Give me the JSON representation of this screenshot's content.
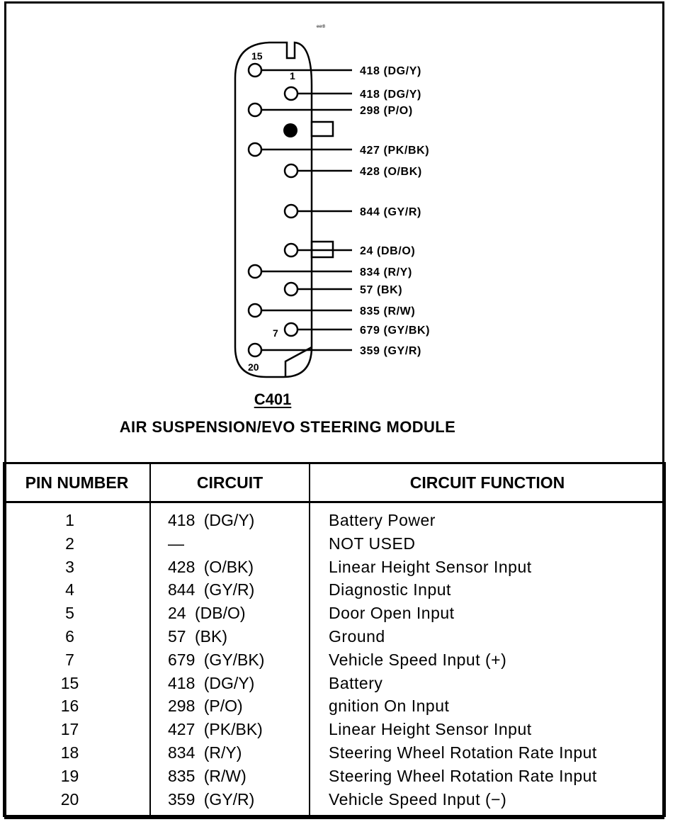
{
  "diagram": {
    "small_mark": "eer8",
    "connector_id": "C401",
    "module_name": "AIR SUSPENSION/EVO STEERING MODULE",
    "pin_labels": {
      "top_row_start": "15",
      "top_row_end": "20",
      "right_col_start": "1",
      "right_col_end": "7"
    },
    "wires": [
      {
        "label": "418 (DG/Y)",
        "col": "left",
        "pin": "15"
      },
      {
        "label": "418 (DG/Y)",
        "col": "right",
        "pin": "1"
      },
      {
        "label": "298 (P/O)",
        "col": "left",
        "pin": "16"
      },
      {
        "label": "427 (PK/BK)",
        "col": "left",
        "pin": "17"
      },
      {
        "label": "428 (O/BK)",
        "col": "right",
        "pin": "3"
      },
      {
        "label": "844 (GY/R)",
        "col": "right",
        "pin": "4"
      },
      {
        "label": "24 (DB/O)",
        "col": "right",
        "pin": "5"
      },
      {
        "label": "834 (R/Y)",
        "col": "left",
        "pin": "18"
      },
      {
        "label": "57 (BK)",
        "col": "right",
        "pin": "6"
      },
      {
        "label": "835 (R/W)",
        "col": "left",
        "pin": "19"
      },
      {
        "label": "679 (GY/BK)",
        "col": "right",
        "pin": "7"
      },
      {
        "label": "359 (GY/R)",
        "col": "left",
        "pin": "20"
      }
    ]
  },
  "table": {
    "headers": {
      "pin": "PIN NUMBER",
      "circuit": "CIRCUIT",
      "function": "CIRCUIT FUNCTION"
    },
    "rows": [
      {
        "pin": "1",
        "circuit": "418 (DG/Y)",
        "function": "Battery Power"
      },
      {
        "pin": "2",
        "circuit": "—",
        "function": "NOT USED"
      },
      {
        "pin": "3",
        "circuit": "428 (O/BK)",
        "function": "Linear Height Sensor Input"
      },
      {
        "pin": "4",
        "circuit": "844 (GY/R)",
        "function": "Diagnostic Input"
      },
      {
        "pin": "5",
        "circuit": "24 (DB/O)",
        "function": "Door Open Input"
      },
      {
        "pin": "6",
        "circuit": "57 (BK)",
        "function": "Ground"
      },
      {
        "pin": "7",
        "circuit": "679 (GY/BK)",
        "function": "Vehicle Speed Input (+)"
      },
      {
        "pin": "15",
        "circuit": "418 (DG/Y)",
        "function": "Battery"
      },
      {
        "pin": "16",
        "circuit": "298 (P/O)",
        "function": "gnition On Input"
      },
      {
        "pin": "17",
        "circuit": "427 (PK/BK)",
        "function": "Linear Height Sensor Input"
      },
      {
        "pin": "18",
        "circuit": "834 (R/Y)",
        "function": "Steering Wheel Rotation Rate Input"
      },
      {
        "pin": "19",
        "circuit": "835 (R/W)",
        "function": "Steering Wheel Rotation Rate Input"
      },
      {
        "pin": "20",
        "circuit": "359 (GY/R)",
        "function": "Vehicle Speed Input (−)"
      }
    ]
  }
}
